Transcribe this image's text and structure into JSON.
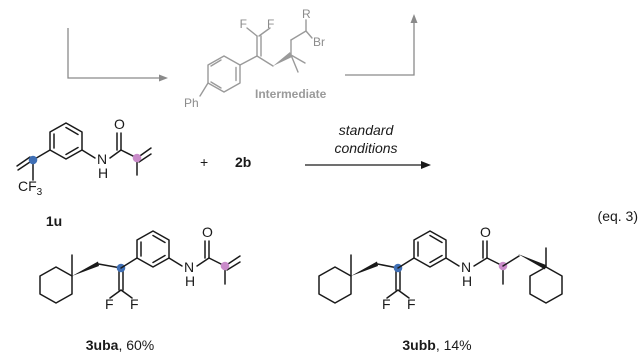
{
  "intermediate": {
    "label": "Intermediate",
    "atoms": {
      "F1": "F",
      "F2": "F",
      "R": "R",
      "Br": "Br",
      "Ph": "Ph"
    }
  },
  "reaction": {
    "reactant1": {
      "id": "1u",
      "cf3": "CF",
      "cf3_sub": "3",
      "O": "O",
      "NH": "N",
      "H": "H"
    },
    "plus": "+",
    "reactant2": "2b",
    "conditions_line1": "standard",
    "conditions_line2": "conditions",
    "eq": "(eq. 3)"
  },
  "products": [
    {
      "id": "3uba",
      "yield": ", 60%",
      "F1": "F",
      "F2": "F",
      "O": "O",
      "N": "N",
      "H": "H"
    },
    {
      "id": "3ubb",
      "yield": ", 14%",
      "F1": "F",
      "F2": "F",
      "O": "O",
      "N": "N",
      "H": "H"
    }
  ],
  "colors": {
    "blue_site": "#3f6fb5",
    "pink_site": "#c98bc9",
    "grey": "#9a9a9a"
  }
}
